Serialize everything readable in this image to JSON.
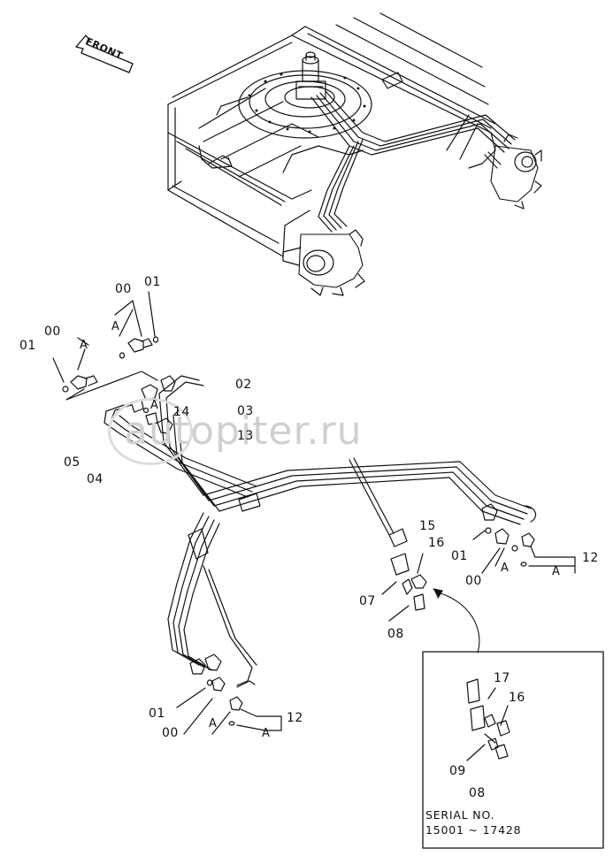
{
  "watermark": "autopiter.ru",
  "front_label": "FRONT",
  "detail_box": {
    "serial_label": "SERIAL  NO.",
    "serial_range": "15001 ~ 17428"
  },
  "labels": {
    "p01_tl": "01",
    "p00_tl": "00",
    "pA_tl": "A",
    "p00_t": "00",
    "p01_t": "01",
    "pA_t": "A",
    "p02": "02",
    "p03": "03",
    "p13": "13",
    "p14": "14",
    "pA_mid": "A",
    "p05": "05",
    "p04": "04",
    "p15": "15",
    "p16": "16",
    "p07": "07",
    "p08": "08",
    "p01_r": "01",
    "p00_r": "00",
    "pA_r": "A",
    "p12_r": "12",
    "pA_r2": "A",
    "p01_b": "01",
    "p00_b": "00",
    "pA_b": "A",
    "p12_b": "12",
    "pA_b2": "A",
    "p17_d": "17",
    "p16_d": "16",
    "p09_d": "09",
    "p08_d": "08"
  }
}
